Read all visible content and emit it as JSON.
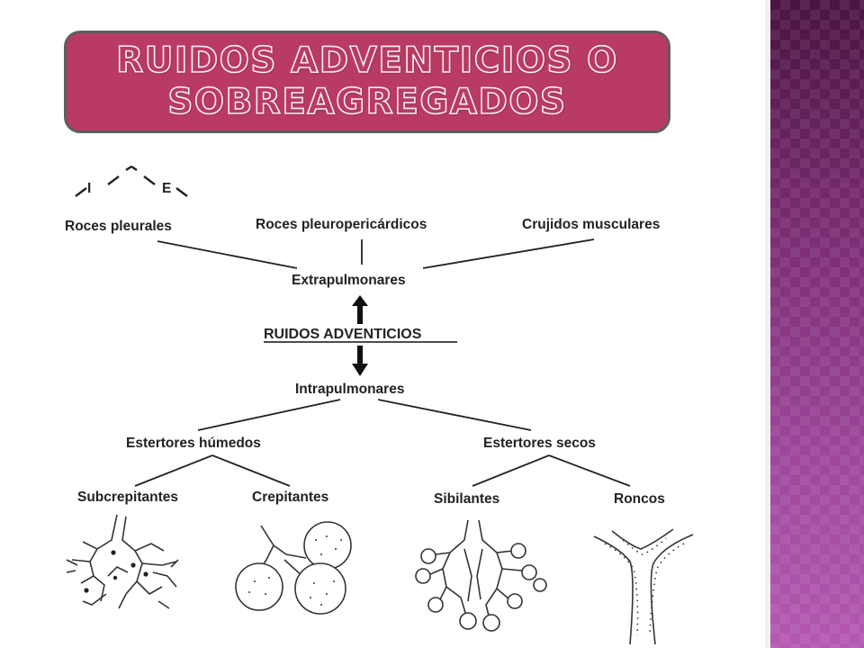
{
  "title": {
    "line1": "RUIDOS ADVENTICIOS O",
    "line2": "SOBREAGREGADOS"
  },
  "diagram": {
    "center": "RUIDOS ADVENTICIOS",
    "inspiration_label": "I",
    "expiration_label": "E",
    "extrapulmonary": {
      "label": "Extrapulmonares",
      "children": [
        "Roces pleurales",
        "Roces pleuropericárdicos",
        "Crujidos musculares"
      ]
    },
    "intrapulmonary": {
      "label": "Intrapulmonares",
      "wet": {
        "label": "Estertores húmedos",
        "children": [
          "Subcrepitantes",
          "Crepitantes"
        ]
      },
      "dry": {
        "label": "Estertores secos",
        "children": [
          "Sibilantes",
          "Roncos"
        ]
      }
    }
  },
  "colors": {
    "title_fill": "#b93a62",
    "side_panel": "#8e3a8a"
  }
}
